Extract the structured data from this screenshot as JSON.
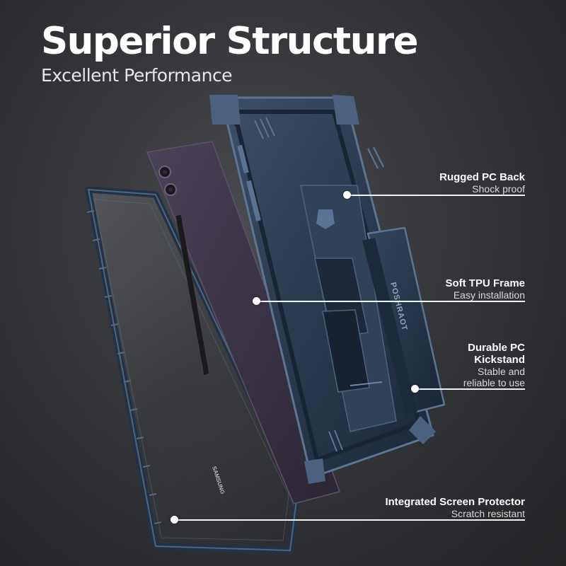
{
  "heading": {
    "title": "Superior Structure",
    "subtitle": "Excellent Performance"
  },
  "product": {
    "kickstand_brand_text": "POSHRAOT",
    "tablet_brand_text": "SAMSUNG"
  },
  "callouts": [
    {
      "title": "Rugged PC Back",
      "subtitle": "Shock proof"
    },
    {
      "title": "Soft TPU Frame",
      "subtitle": "Easy installation"
    },
    {
      "title": "Durable PC Kickstand",
      "subtitle": "Stable and reliable to use"
    },
    {
      "title": "Integrated Screen Protector",
      "subtitle": "Scratch resistant"
    }
  ],
  "colors": {
    "background": "#35363a",
    "case_navy": "#2a3a4e",
    "tablet_purple": "#3a3344",
    "text_primary": "#ffffff",
    "text_secondary": "#d8d8d8"
  }
}
